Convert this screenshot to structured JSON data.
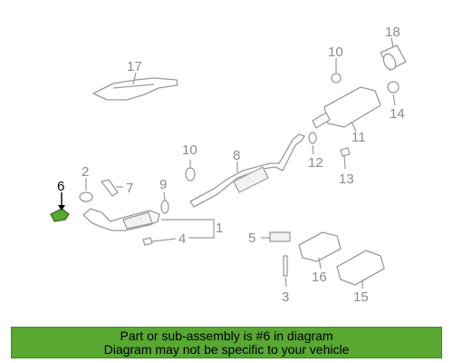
{
  "callouts": {
    "c1": "1",
    "c2": "2",
    "c3": "3",
    "c4": "4",
    "c5": "5",
    "c6": "6",
    "c7": "7",
    "c8": "8",
    "c9": "9",
    "c10a": "10",
    "c10b": "10",
    "c11": "11",
    "c12": "12",
    "c13": "13",
    "c14": "14",
    "c15": "15",
    "c16": "16",
    "c17": "17",
    "c18": "18"
  },
  "highlight": {
    "part_number": "6",
    "color": "#58a832"
  },
  "caption": {
    "line1": "Part or sub-assembly is #6 in diagram",
    "line2": "Diagram may not be specific to your vehicle"
  }
}
